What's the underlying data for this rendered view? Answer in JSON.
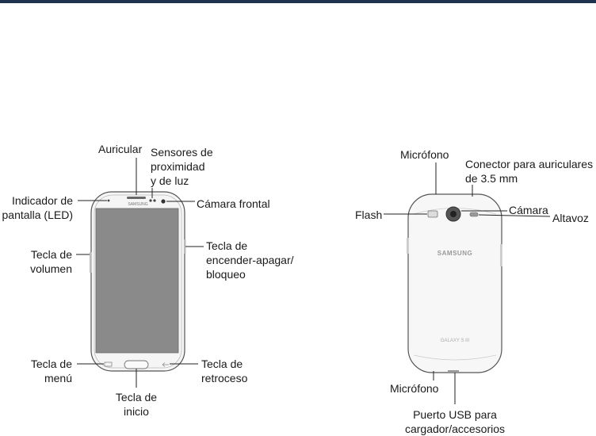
{
  "brand": {
    "front_logo": "SAMSUNG",
    "back_logo": "SAMSUNG",
    "model_logo": "GALAXY S III"
  },
  "colors": {
    "top_bar": "#1f3350",
    "screen": "#8a8a8a",
    "body": "#f7f7f7",
    "outline": "#555555"
  },
  "front_labels": {
    "auricular": "Auricular",
    "sensores_1": "Sensores de",
    "sensores_2": "proximidad",
    "sensores_3": "y de luz",
    "indicador_1": "Indicador de",
    "indicador_2": "pantalla (LED)",
    "camara_frontal": "Cámara frontal",
    "encender_1": "Tecla de",
    "encender_2": "encender-apagar/",
    "encender_3": "bloqueo",
    "volumen_1": "Tecla de",
    "volumen_2": "volumen",
    "menu_1": "Tecla de",
    "menu_2": "menú",
    "retroceso_1": "Tecla de",
    "retroceso_2": "retroceso",
    "inicio_1": "Tecla de",
    "inicio_2": "inicio"
  },
  "back_labels": {
    "microfono_top": "Micrófono",
    "conector_1": "Conector para auriculares",
    "conector_2": "de 3.5 mm",
    "flash": "Flash",
    "camara": "Cámara",
    "altavoz": "Altavoz",
    "microfono_bottom": "Micrófono",
    "usb_1": "Puerto USB para",
    "usb_2": "cargador/accesorios"
  }
}
